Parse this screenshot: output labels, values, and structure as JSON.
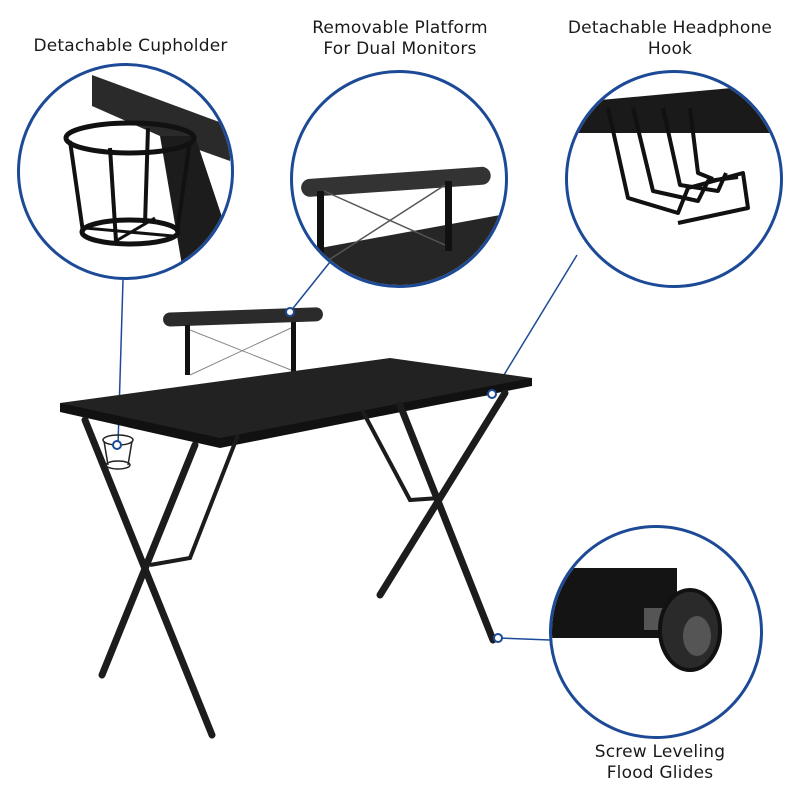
{
  "image": {
    "type": "product-feature-infographic",
    "subject": "black gaming desk with X-shaped legs",
    "accent_color": "#1d4a96",
    "desk_color": "#222222"
  },
  "callouts": [
    {
      "id": "cupholder",
      "lines": [
        "Detachable Cupholder"
      ],
      "icon": "cupholder-closeup"
    },
    {
      "id": "platform",
      "lines": [
        "Removable Platform",
        "For Dual Monitors"
      ],
      "icon": "monitor-platform-closeup"
    },
    {
      "id": "headphone",
      "lines": [
        "Detachable Headphone",
        "Hook"
      ],
      "icon": "headphone-hook-closeup"
    },
    {
      "id": "glides",
      "lines": [
        "Screw Leveling",
        "Flood Glides"
      ],
      "icon": "leveling-glide-closeup"
    }
  ]
}
